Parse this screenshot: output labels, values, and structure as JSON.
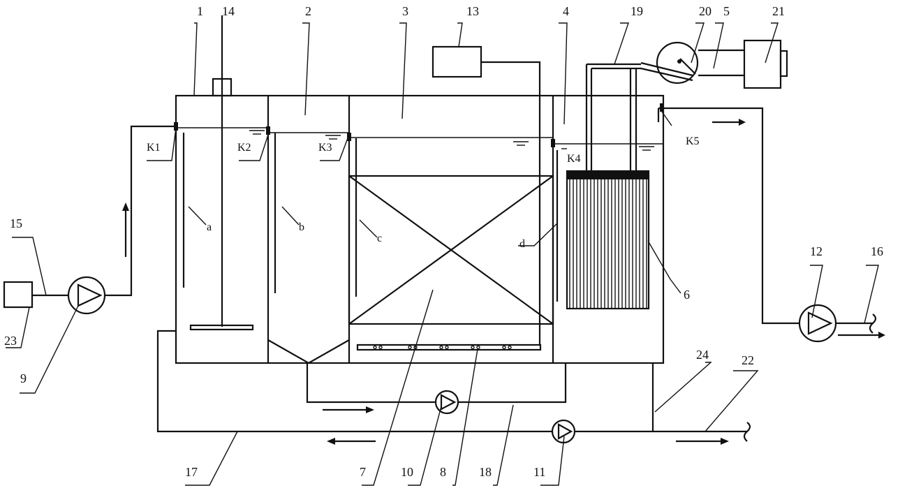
{
  "figure": {
    "numbers": {
      "n1": "1",
      "n2": "2",
      "n3": "3",
      "n4": "4",
      "n5": "5",
      "n6": "6",
      "n7": "7",
      "n8": "8",
      "n9": "9",
      "n10": "10",
      "n11": "11",
      "n12": "12",
      "n13": "13",
      "n14": "14",
      "n15": "15",
      "n16": "16",
      "n17": "17",
      "n18": "18",
      "n19": "19",
      "n20": "20",
      "n21": "21",
      "n22": "22",
      "n23": "23",
      "n24": "24"
    },
    "valves": {
      "k1": "K1",
      "k2": "K2",
      "k3": "K3",
      "k4": "K4",
      "k5": "K5"
    },
    "baffles": {
      "a": "a",
      "b": "b",
      "c": "c",
      "d": "d"
    }
  }
}
